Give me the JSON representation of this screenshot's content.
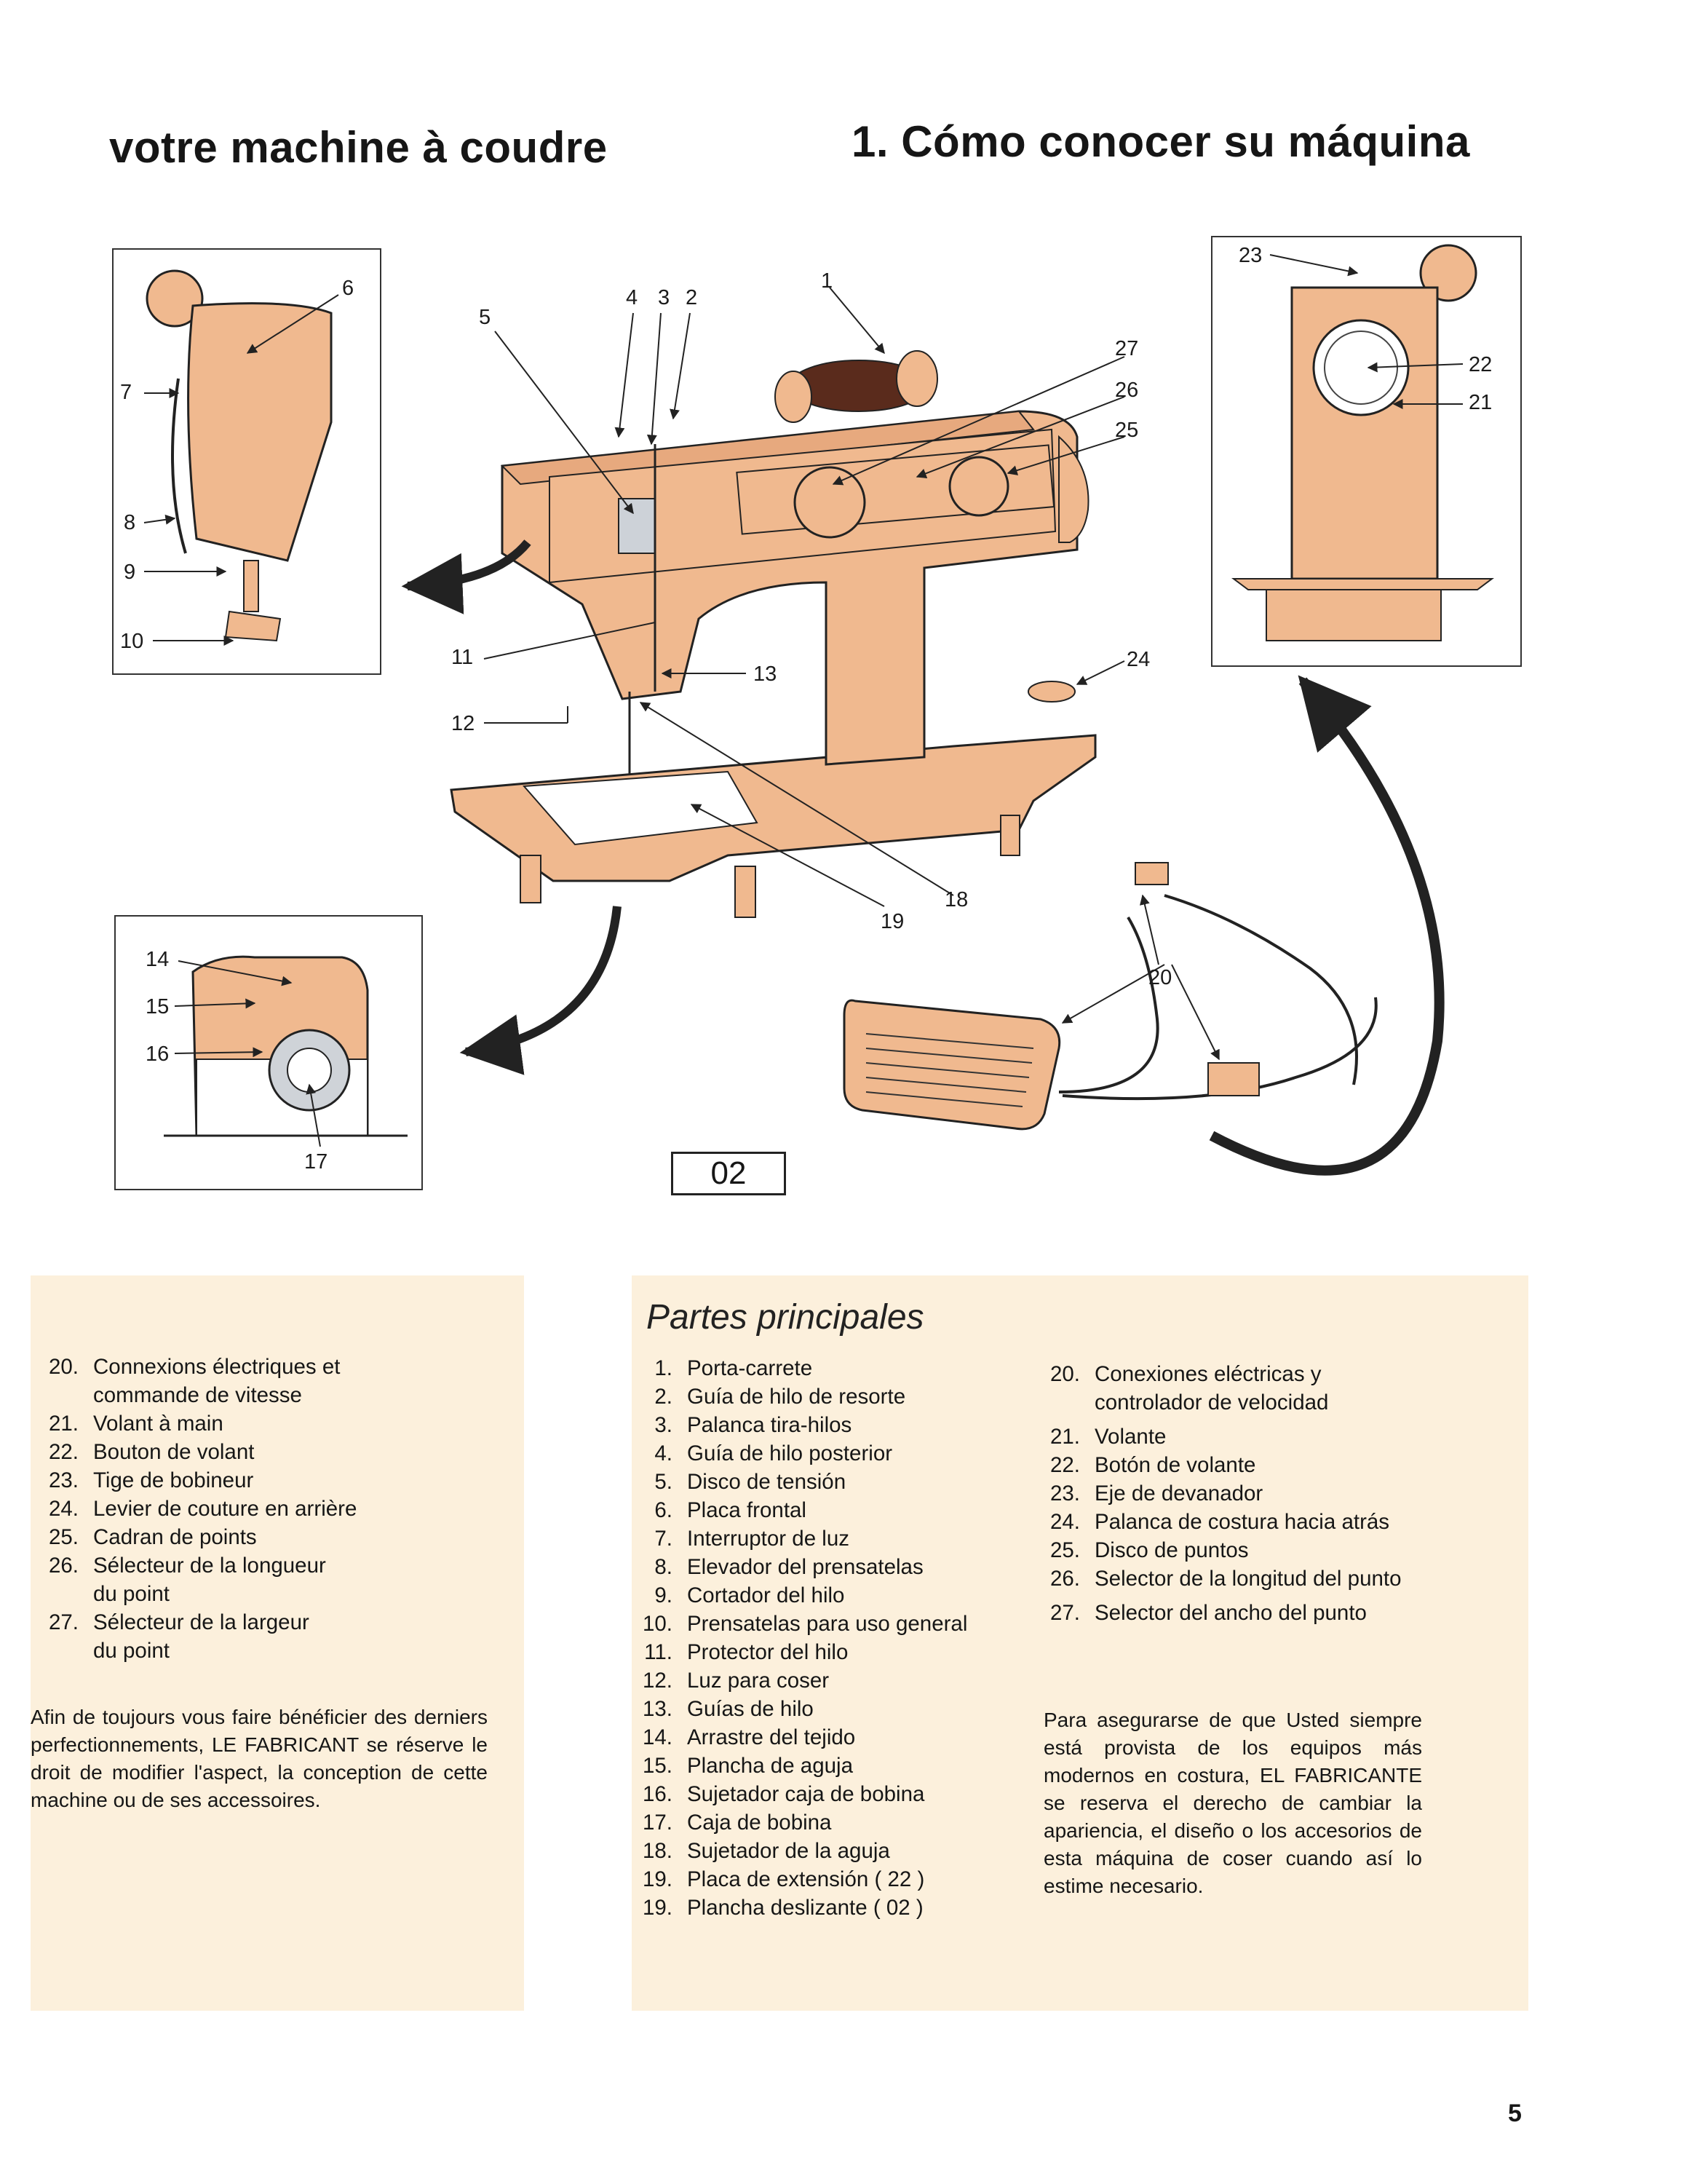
{
  "header": {
    "title_fr": "votre machine à coudre",
    "title_es": "1. Cómo conocer su máquina"
  },
  "figure": {
    "badge": "02",
    "callouts_main": [
      "1",
      "2",
      "3",
      "4",
      "5",
      "11",
      "12",
      "13",
      "18",
      "19",
      "20",
      "24",
      "25",
      "26",
      "27"
    ],
    "callouts_left": [
      "6",
      "7",
      "8",
      "9",
      "10"
    ],
    "callouts_right": [
      "21",
      "22",
      "23"
    ],
    "callouts_bobbin": [
      "14",
      "15",
      "16",
      "17"
    ],
    "colors": {
      "machine": "#f0b98f",
      "machine_shadow": "#d99a70",
      "outline": "#222222",
      "panel": "#fcf0dc"
    }
  },
  "french": {
    "items": [
      {
        "n": "20.",
        "t": "Connexions électriques et\ncommande de vitesse"
      },
      {
        "n": "21.",
        "t": "Volant à main"
      },
      {
        "n": "22.",
        "t": "Bouton de volant"
      },
      {
        "n": "23.",
        "t": "Tige de bobineur"
      },
      {
        "n": "24.",
        "t": "Levier de couture en arrière"
      },
      {
        "n": "25.",
        "t": "Cadran de points"
      },
      {
        "n": "26.",
        "t": "Sélecteur de la longueur\ndu point"
      },
      {
        "n": "27.",
        "t": "Sélecteur de la largeur\ndu point"
      }
    ],
    "note": "Afin de toujours vous faire bénéficier des derniers perfectionnements, LE FABRICANT se réserve le droit de modifier l'aspect, la conception de cette machine ou de ses accessoires."
  },
  "spanish": {
    "heading": "Partes principales",
    "items": [
      {
        "n": "1.",
        "t": "Porta-carrete"
      },
      {
        "n": "2.",
        "t": "Guía de hilo de resorte"
      },
      {
        "n": "3.",
        "t": "Palanca tira-hilos"
      },
      {
        "n": "4.",
        "t": "Guía de hilo posterior"
      },
      {
        "n": "5.",
        "t": "Disco de tensión"
      },
      {
        "n": "6.",
        "t": "Placa frontal"
      },
      {
        "n": "7.",
        "t": "Interruptor de luz"
      },
      {
        "n": "8.",
        "t": "Elevador del prensatelas"
      },
      {
        "n": "9.",
        "t": "Cortador del hilo"
      },
      {
        "n": "10.",
        "t": "Prensatelas para uso general"
      },
      {
        "n": "11.",
        "t": "Protector del hilo"
      },
      {
        "n": "12.",
        "t": "Luz para coser"
      },
      {
        "n": "13.",
        "t": "Guías de hilo"
      },
      {
        "n": "14.",
        "t": "Arrastre del tejido"
      },
      {
        "n": "15.",
        "t": "Plancha de aguja"
      },
      {
        "n": "16.",
        "t": "Sujetador caja de bobina"
      },
      {
        "n": "17.",
        "t": "Caja de bobina"
      },
      {
        "n": "18.",
        "t": "Sujetador de la aguja"
      },
      {
        "n": "19.",
        "t": "Placa de extensión ( 22 )"
      },
      {
        "n": "19.",
        "t": "Plancha deslizante ( 02 )"
      }
    ],
    "items_right": [
      {
        "n": "20.",
        "t": "Conexiones eléctricas y controlador de velocidad"
      },
      {
        "n": "21.",
        "t": "Volante"
      },
      {
        "n": "22.",
        "t": "Botón de volante"
      },
      {
        "n": "23.",
        "t": "Eje de devanador"
      },
      {
        "n": "24.",
        "t": "Palanca de costura hacia atrás"
      },
      {
        "n": "25.",
        "t": "Disco de puntos"
      },
      {
        "n": "26.",
        "t": "Selector de la longitud del punto"
      },
      {
        "n": "27.",
        "t": "Selector del ancho del punto"
      }
    ],
    "note": "Para asegurarse de que Usted siempre está provista de los equipos más modernos en costura, EL FABRICANTE se reserva el derecho de cambiar la apariencia, el diseño o los accesorios de esta máquina de coser cuando así lo estime necesario."
  },
  "footer": {
    "page_number": "5"
  }
}
